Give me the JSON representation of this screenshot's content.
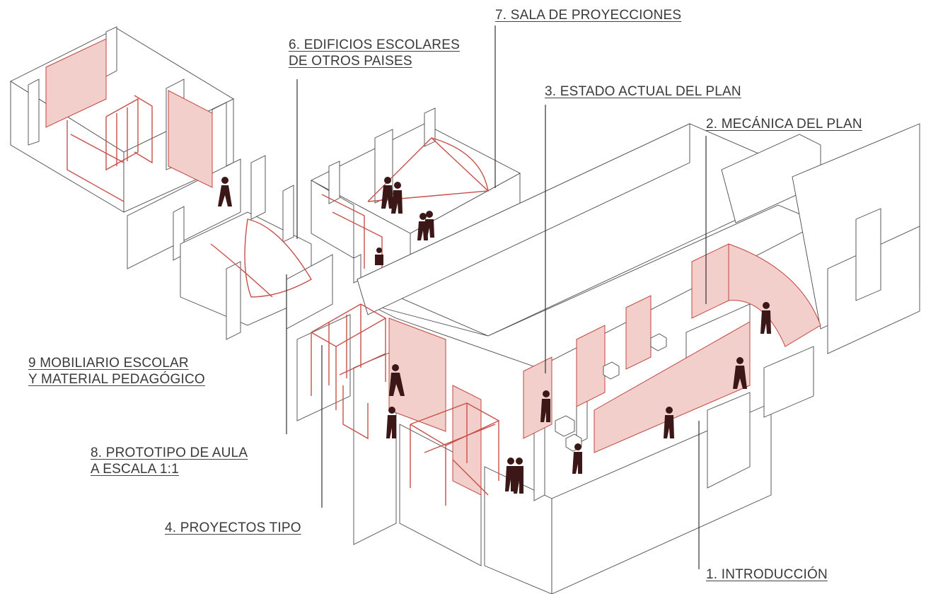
{
  "labels": {
    "sala_proyecciones": "7. SALA DE PROYECCIONES",
    "edificios_escolares_1": "6. EDIFICIOS ESCOLARES",
    "edificios_escolares_2": "DE  OTROS PAISES",
    "estado_actual": "3. ESTADO ACTUAL DEL PLAN",
    "mecanica": "2. MECÁNICA DEL PLAN",
    "mobiliario_1": "9 MOBILIARIO ESCOLAR",
    "mobiliario_2": "Y MATERIAL PEDAGÓGICO",
    "prototipo_1": "8. PROTOTIPO DE AULA",
    "prototipo_2": "A ESCALA 1:1",
    "proyectos_tipo": "4. PROYECTOS TIPO",
    "introduccion": "1. INTRODUCCIÓN"
  },
  "colors": {
    "panel_fill": "#f3cfcb",
    "panel_stroke": "#c0473f",
    "wall_stroke": "#4a4a4a",
    "people": "#3b1717",
    "text": "#3a3a3a"
  }
}
